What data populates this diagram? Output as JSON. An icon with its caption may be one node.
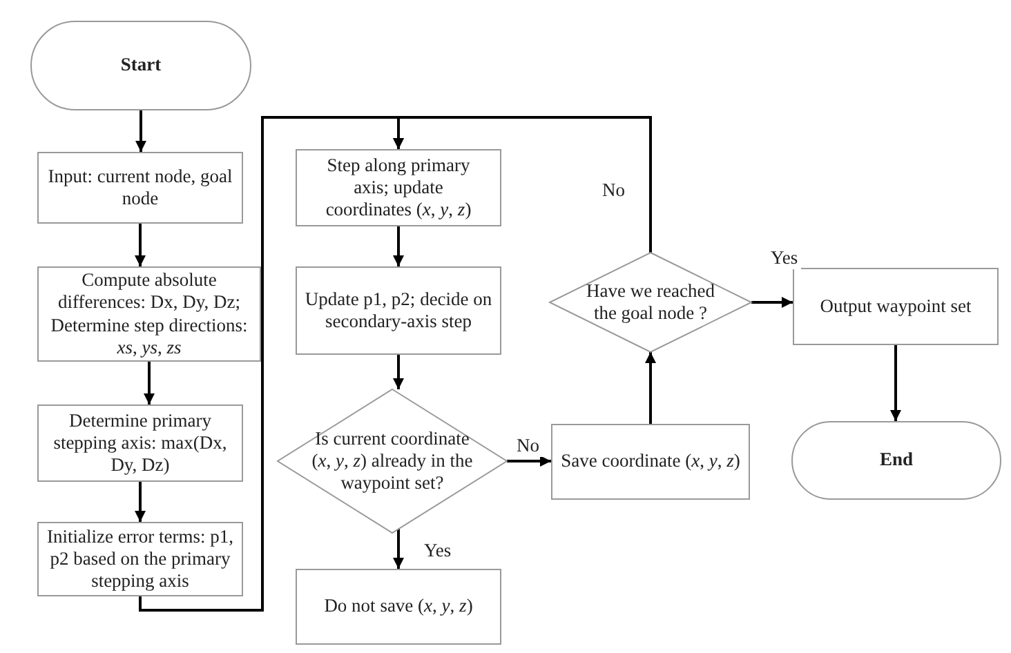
{
  "diagram": {
    "nodes": [
      {
        "text": [
          "Start"
        ]
      },
      {
        "text": [
          "Input: current node, goal node"
        ]
      },
      {
        "text": [
          "Compute absolute differences: Dx, Dy, Dz; Determine step directions: *xs*, *ys*, *zs*"
        ]
      },
      {
        "text": [
          "Determine primary stepping axis: max(Dx, Dy, Dz)"
        ]
      },
      {
        "text": [
          "Initialize error terms: p1, p2 based on the primary stepping axis"
        ]
      },
      {
        "text": [
          "Step along primary axis; update coordinates (*x*, *y*, *z*)"
        ]
      },
      {
        "text": [
          "Update p1, p2; decide on secondary-axis step"
        ]
      },
      {
        "text": [
          "Is current coordinate (*x*, *y*, *z*) already in the waypoint set?"
        ]
      },
      {
        "text": [
          "Do not save (*x*, *y*, *z*)"
        ]
      },
      {
        "text": [
          "Save coordinate (*x*, *y*, *z*)"
        ]
      },
      {
        "text": [
          "Have we reached the goal node ?"
        ]
      },
      {
        "text": [
          "Output waypoint set"
        ]
      },
      {
        "text": [
          "End"
        ]
      }
    ],
    "edges": [
      {
        "from": 0,
        "to": 1,
        "arrow": "to"
      },
      {
        "from": 1,
        "to": 2,
        "arrow": "to"
      },
      {
        "from": 2,
        "to": 3,
        "arrow": "to"
      },
      {
        "from": 3,
        "to": 4,
        "arrow": "to"
      },
      {
        "from": 4,
        "to": 5,
        "arrow": "to"
      },
      {
        "from": 5,
        "to": 6,
        "arrow": "to"
      },
      {
        "from": 6,
        "to": 7,
        "arrow": "to"
      },
      {
        "from": 7,
        "to": 8,
        "label": "Yes",
        "arrow": "to"
      },
      {
        "from": 7,
        "to": 9,
        "label": "No",
        "arrow": "to"
      },
      {
        "from": 9,
        "to": 10,
        "arrow": "to"
      },
      {
        "from": 10,
        "to": 11,
        "label": "Yes",
        "arrow": "to"
      },
      {
        "from": 10,
        "to": 5,
        "label": "No",
        "arrow": "to"
      },
      {
        "from": 11,
        "to": 12,
        "arrow": "to"
      }
    ]
  }
}
